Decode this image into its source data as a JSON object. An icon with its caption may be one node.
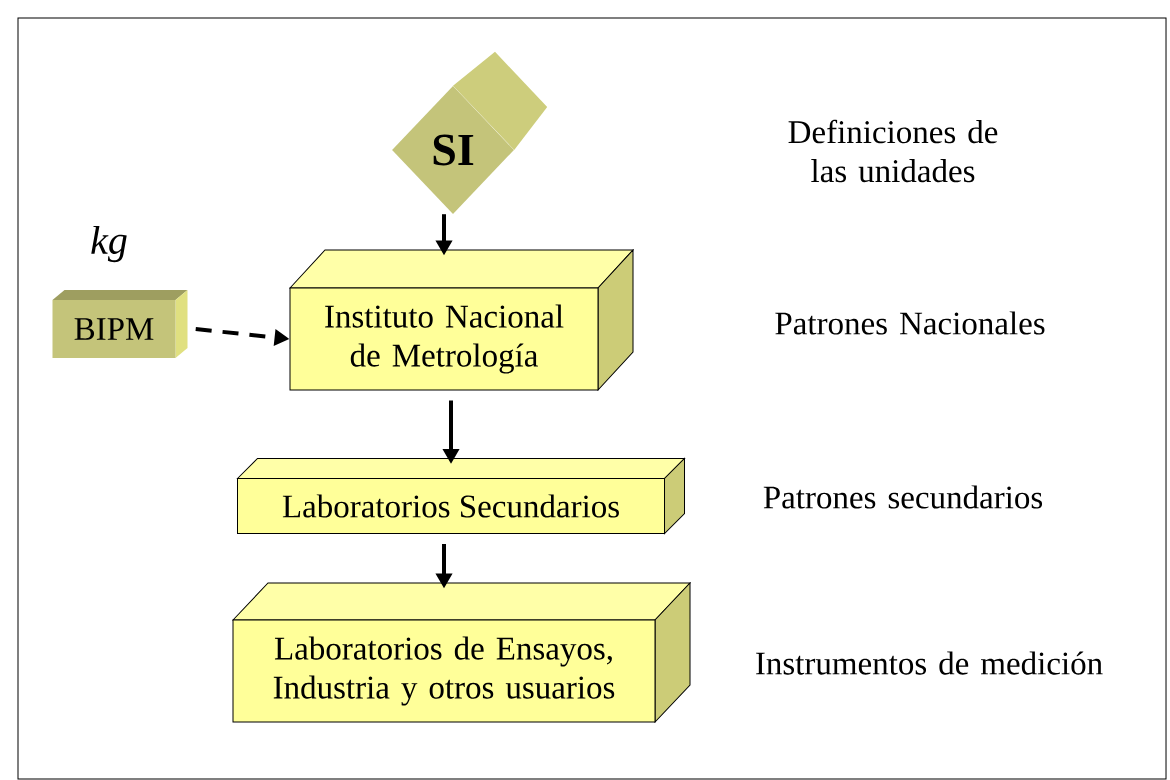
{
  "diagram": {
    "nodes": [
      {
        "text": [
          "SI"
        ]
      },
      {
        "text": [
          "BIPM"
        ],
        "beside": [
          "kg"
        ]
      },
      {
        "text": [
          "Instituto Nacional de Metrología"
        ]
      },
      {
        "text": [
          "Laboratorios Secundarios"
        ]
      },
      {
        "text": [
          "Laboratorios de Ensayos, Industria y otros usuarios"
        ]
      }
    ],
    "edges": [
      {
        "from": 0,
        "to": 2,
        "arrow": "to"
      },
      {
        "from": 1,
        "to": 2,
        "arrow": "to",
        "style": "dashed"
      },
      {
        "from": 2,
        "to": 3,
        "arrow": "to"
      },
      {
        "from": 3,
        "to": 4,
        "arrow": "to"
      }
    ],
    "labels": [
      "Definiciones de las unidades",
      "Patrones Nacionales",
      "Patrones secundarios",
      "Instrumentos de medición"
    ]
  }
}
